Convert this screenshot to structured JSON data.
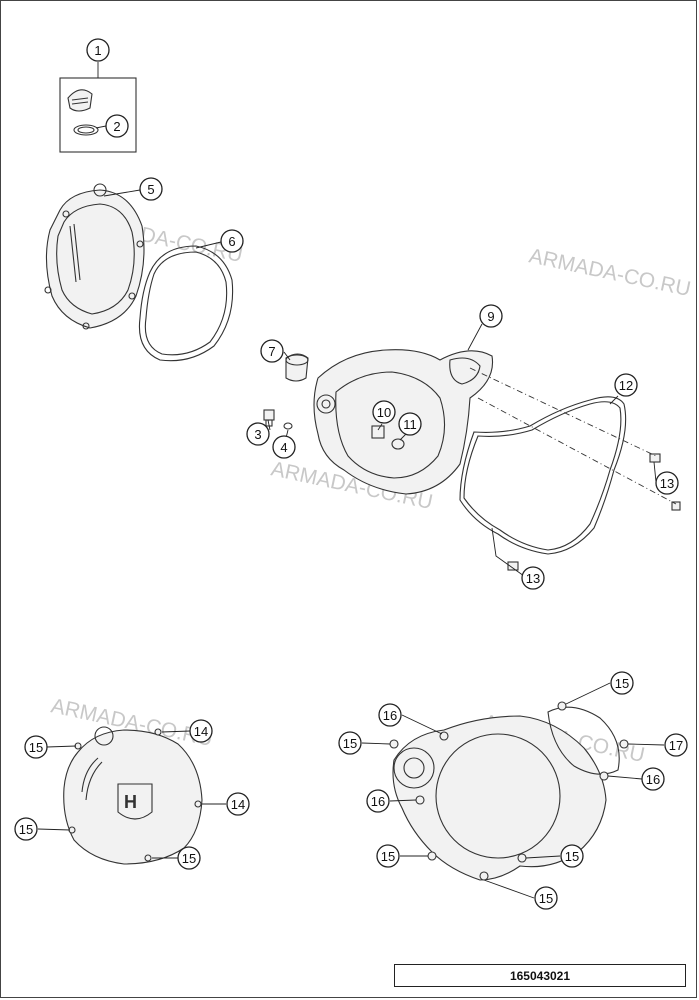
{
  "callouts": [
    {
      "id": "c1",
      "label": "1"
    },
    {
      "id": "c2",
      "label": "2"
    },
    {
      "id": "c3",
      "label": "3"
    },
    {
      "id": "c4",
      "label": "4"
    },
    {
      "id": "c5",
      "label": "5"
    },
    {
      "id": "c6",
      "label": "6"
    },
    {
      "id": "c7",
      "label": "7"
    },
    {
      "id": "c9",
      "label": "9"
    },
    {
      "id": "c10",
      "label": "10"
    },
    {
      "id": "c11",
      "label": "11"
    },
    {
      "id": "c12",
      "label": "12"
    },
    {
      "id": "c13a",
      "label": "13"
    },
    {
      "id": "c13b",
      "label": "13"
    },
    {
      "id": "c14a",
      "label": "14"
    },
    {
      "id": "c14b",
      "label": "14"
    },
    {
      "id": "c15a",
      "label": "15"
    },
    {
      "id": "c15b",
      "label": "15"
    },
    {
      "id": "c15c",
      "label": "15"
    },
    {
      "id": "c15d",
      "label": "15"
    },
    {
      "id": "c15e",
      "label": "15"
    },
    {
      "id": "c15f",
      "label": "15"
    },
    {
      "id": "c15g",
      "label": "15"
    },
    {
      "id": "c15h",
      "label": "15"
    },
    {
      "id": "c16a",
      "label": "16"
    },
    {
      "id": "c16b",
      "label": "16"
    },
    {
      "id": "c16c",
      "label": "16"
    },
    {
      "id": "c17",
      "label": "17"
    }
  ],
  "watermarks": [
    "ARMADA-CO.RU",
    "ARMADA-CO.RU",
    "ARMADA-CO.RU",
    "ARMADA-CO.RU",
    "ARMADA-CO.RU"
  ],
  "document_number": "165043021"
}
